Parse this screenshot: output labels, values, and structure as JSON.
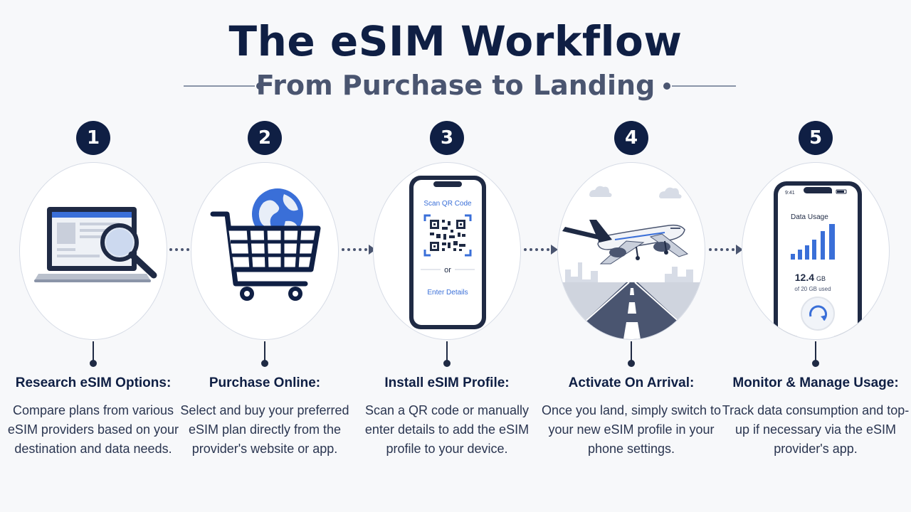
{
  "header": {
    "title": "The eSIM Workflow",
    "subtitle": "From Purchase to Landing"
  },
  "steps": [
    {
      "number": "1",
      "title": "Research eSIM Options:",
      "description": "Compare plans from various eSIM providers based on your destination and data needs.",
      "icon": "laptop-magnifier-icon"
    },
    {
      "number": "2",
      "title": "Purchase Online:",
      "description": "Select and buy your preferred eSIM plan directly from the provider's website or app.",
      "icon": "shopping-cart-globe-icon"
    },
    {
      "number": "3",
      "title": "Install eSIM Profile:",
      "description": "Scan a QR code or manually enter details to add the eSIM profile to your device.",
      "icon": "phone-qr-icon",
      "screen": {
        "heading": "Scan QR Code",
        "or": "or",
        "link": "Enter Details"
      }
    },
    {
      "number": "4",
      "title": "Activate On Arrival:",
      "description": "Once you land, simply switch to your new eSIM profile in your phone settings.",
      "icon": "airplane-landing-icon"
    },
    {
      "number": "5",
      "title": "Monitor & Manage Usage:",
      "description": "Track data consumption and top-up if necessary via the eSIM provider's app.",
      "icon": "phone-data-usage-icon",
      "screen": {
        "time": "9:41",
        "heading": "Data Usage",
        "amount": "12.4",
        "unit": "GB",
        "detail": "of 20 GB used"
      }
    }
  ],
  "colors": {
    "navy": "#0f1f44",
    "accent_blue": "#3a6fd8",
    "muted": "#4a5570"
  }
}
